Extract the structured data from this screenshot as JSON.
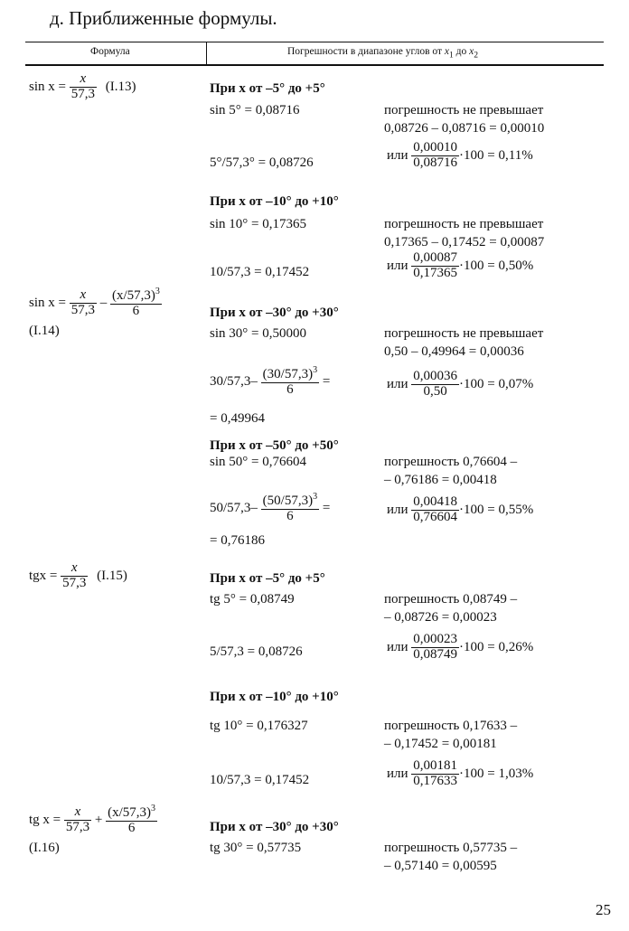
{
  "heading": "д. Приближенные формулы.",
  "table_header": {
    "formula": "Формула",
    "errors_prefix": "Погрешности в диапазоне углов от ",
    "x1": "x",
    "sub1": "1",
    "to": " до ",
    "x2": "x",
    "sub2": "2"
  },
  "formulas": {
    "f113": {
      "lhs": "sin x =",
      "num": "x",
      "den": "57,3",
      "tag": "(I.13)"
    },
    "f114": {
      "lhs": "sin x =",
      "num1": "x",
      "den1": "57,3",
      "op": "–",
      "num2": "(x/57,3)",
      "exp": "3",
      "den2": "6",
      "tag": "(I.14)"
    },
    "f115": {
      "lhs": "tgx =",
      "num": "x",
      "den": "57,3",
      "tag": "(I.15)"
    },
    "f116": {
      "lhs": "tg x =",
      "num1": "x",
      "den1": "57,3",
      "op": "+",
      "num2": "(x/57,3)",
      "exp": "3",
      "den2": "6",
      "tag": "(I.16)"
    }
  },
  "rows": {
    "r1": {
      "range": "При x от –5° до +5°",
      "exact": "sin 5° = 0,08716",
      "err1": "погрешность не превышает",
      "err2": "0,08726 – 0,08716 = 0,00010",
      "approx": "5°/57,3° = 0,08726",
      "ili": "или",
      "num": "0,00010",
      "den": "0,08716",
      "res": "·100 = 0,11%"
    },
    "r2": {
      "range": "При x от –10° до +10°",
      "exact": "sin 10° = 0,17365",
      "err1": "погрешность не превышает",
      "err2": "0,17365 – 0,17452 = 0,00087",
      "approx": "10/57,3 = 0,17452",
      "ili": "или",
      "num": "0,00087",
      "den": "0,17365",
      "res": "·100 = 0,50%"
    },
    "r3": {
      "range": "При x от –30° до +30°",
      "exact": "sin 30° = 0,50000",
      "err1": "погрешность не превышает",
      "err2": "0,50 – 0,49964 = 0,00036",
      "a_pre": "30/57,3–",
      "a_num": "(30/57,3)",
      "a_exp": "3",
      "a_den": "6",
      "a_eq": "=",
      "a_res": "= 0,49964",
      "ili": "или",
      "num": "0,00036",
      "den": "0,50",
      "res": "·100 = 0,07%"
    },
    "r4": {
      "range": "При x от –50° до +50°",
      "exact": "sin 50° = 0,76604",
      "err1": "погрешность 0,76604 –",
      "err2": "– 0,76186 = 0,00418",
      "a_pre": "50/57,3–",
      "a_num": "(50/57,3)",
      "a_exp": "3",
      "a_den": "6",
      "a_eq": "=",
      "a_res": "= 0,76186",
      "ili": "или",
      "num": "0,00418",
      "den": "0,76604",
      "res": "·100 = 0,55%"
    },
    "r5": {
      "range": "При x от –5° до +5°",
      "exact": "tg 5° = 0,08749",
      "err1": "погрешность 0,08749 –",
      "err2": "– 0,08726 = 0,00023",
      "approx": "5/57,3 = 0,08726",
      "ili": "или",
      "num": "0,00023",
      "den": "0,08749",
      "res": "·100 = 0,26%"
    },
    "r6": {
      "range": "При x от –10° до +10°",
      "exact": "tg 10° = 0,176327",
      "err1": "погрешность 0,17633 –",
      "err2": "– 0,17452 = 0,00181",
      "approx": "10/57,3 = 0,17452",
      "ili": "или",
      "num": "0,00181",
      "den": "0,17633",
      "res": "·100 = 1,03%"
    },
    "r7": {
      "range": "При x от –30° до +30°",
      "exact": "tg 30° = 0,57735",
      "err1": "погрешность 0,57735 –",
      "err2": "– 0,57140 = 0,00595"
    }
  },
  "page_number": "25"
}
